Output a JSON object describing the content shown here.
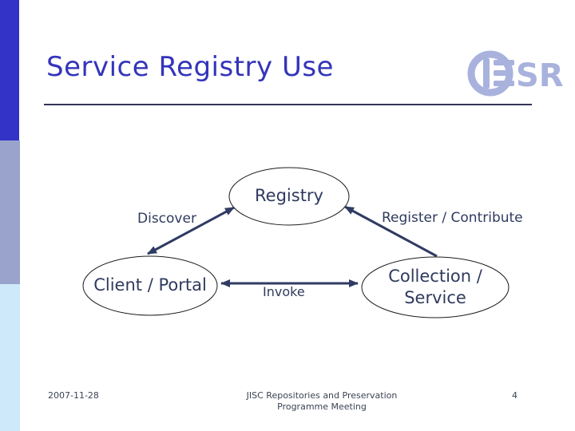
{
  "slide": {
    "title": "Service Registry Use",
    "footer": {
      "date": "2007-11-28",
      "event_line1": "JISC Repositories and Preservation",
      "event_line2": "Programme Meeting",
      "page_number": "4"
    }
  },
  "logo": {
    "name": "IESR",
    "letters_sr": "SR"
  },
  "diagram": {
    "nodes": {
      "registry": {
        "label": "Registry"
      },
      "client_portal": {
        "label": "Client / Portal"
      },
      "collection_service": {
        "label": "Collection / Service",
        "label_line1": "Collection /",
        "label_line2": "Service"
      }
    },
    "edges": {
      "discover": {
        "label": "Discover",
        "from": "Client / Portal",
        "to": "Registry",
        "arrowheads": "both"
      },
      "register_contribute": {
        "label": "Register / Contribute",
        "from": "Collection / Service",
        "to": "Registry",
        "arrowheads": "to"
      },
      "invoke": {
        "label": "Invoke",
        "from": "Client / Portal",
        "to": "Collection / Service",
        "arrowheads": "both"
      }
    }
  },
  "colors": {
    "title_text": "#3434BB",
    "title_rule": "#333357",
    "diagram_text": "#2F3A5E",
    "arrow": "#2F3B63",
    "ellipse_outline": "#1C1C1C",
    "footer_text": "#3A4353",
    "logo": "#A8B2DD",
    "sidebar_top": "#3333C7",
    "sidebar_middle": "#99A3CC",
    "sidebar_bottom": "#CDE9FA",
    "background": "#FFFFFF"
  }
}
